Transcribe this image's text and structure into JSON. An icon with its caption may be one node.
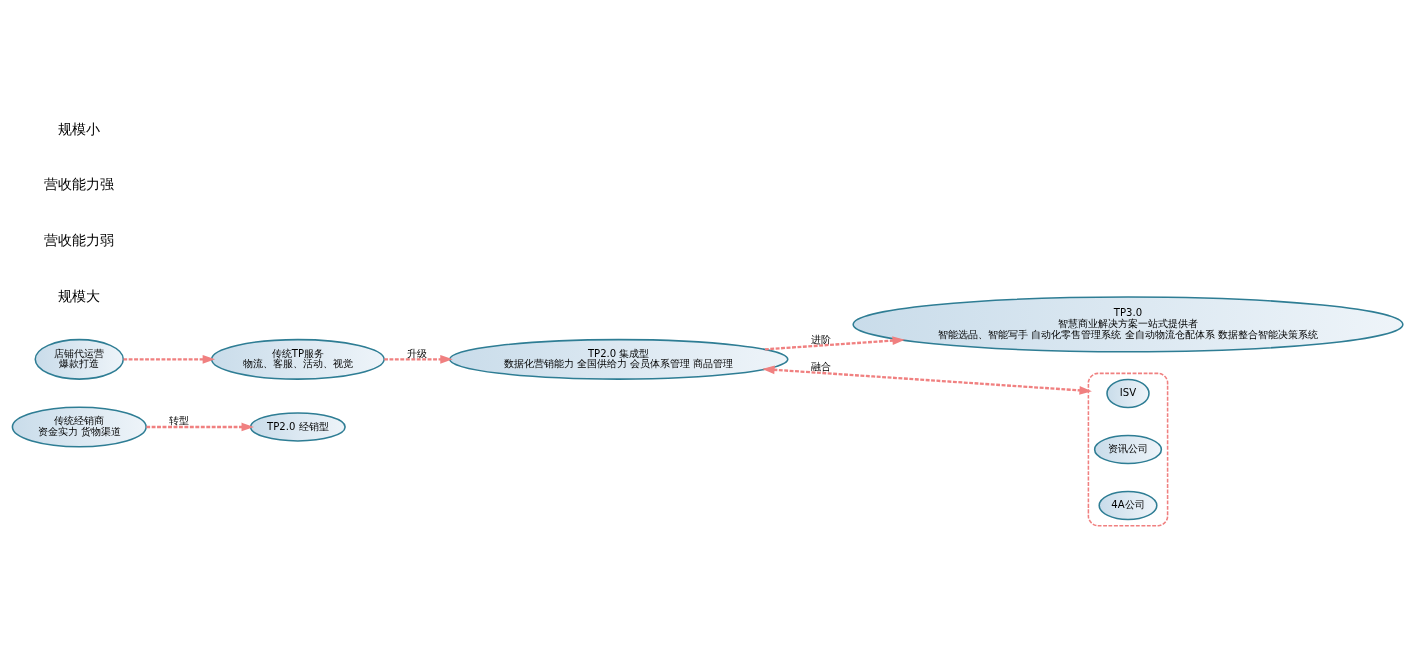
{
  "diagram": {
    "nodes": [
      {
        "text": [
          "传统经销商",
          "资金实力 货物渠道"
        ]
      },
      {
        "text": [
          "TP2.0 经销型"
        ]
      },
      {
        "text": [
          "TP2.0 集成型",
          "数据化营销能力 全国供给力 会员体系管理 商品管理"
        ]
      },
      {
        "text": [
          "TP3.0",
          "智慧商业解决方案一站式提供者",
          "智能选品、智能写手 自动化零售管理系统 全自动物流仓配体系 数据整合智能决策系统"
        ]
      },
      {
        "text": [
          "传统TP服务",
          "物流、客服、活动、视觉"
        ]
      },
      {
        "text": [
          "店铺代运营",
          "爆款打造"
        ]
      },
      {
        "text": [],
        "shape": "ellipse"
      },
      {
        "text": [
          "ISV"
        ],
        "in": 6
      },
      {
        "text": [
          "资讯公司"
        ],
        "in": 6
      },
      {
        "text": [
          "4A公司"
        ],
        "in": 6
      }
    ],
    "edges": [
      {
        "from": 0,
        "to": 1,
        "arrow": "to",
        "label": "转型",
        "style": "dashed"
      },
      {
        "from": 2,
        "to": 3,
        "arrow": "to",
        "label": "进阶",
        "style": "dashed"
      },
      {
        "from": 5,
        "to": 4,
        "arrow": "to",
        "style": "dashed"
      },
      {
        "from": 4,
        "to": 2,
        "arrow": "to",
        "label": "升级",
        "style": "dashed"
      },
      {
        "from": 2,
        "to": 6,
        "arrow": "both",
        "label": "融合",
        "style": "dashed"
      }
    ],
    "labels": [
      "规模大",
      "营收能力弱",
      "营收能力强",
      "规模小"
    ]
  }
}
